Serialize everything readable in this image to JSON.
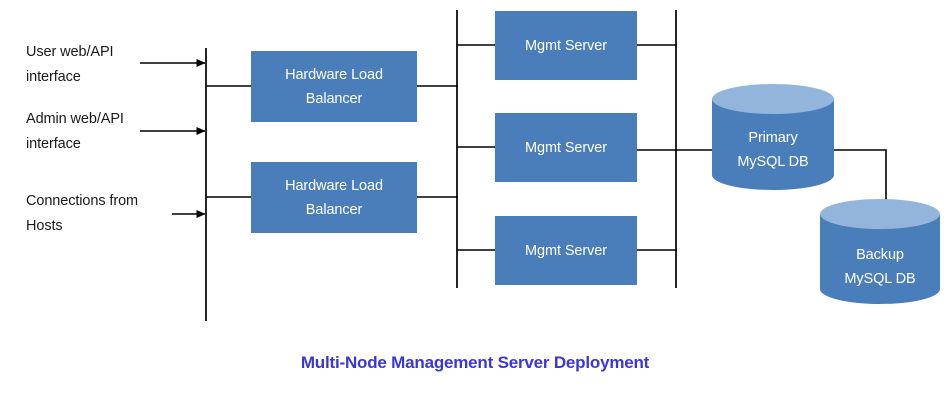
{
  "diagram": {
    "caption": "Multi-Node Management Server Deployment",
    "caption_color": "#3b36d4",
    "background": "#ffffff",
    "node_fill": "#4a7ebb",
    "node_text_color": "#ffffff",
    "cylinder_top_fill": "#93b5dc",
    "line_color": "#000000",
    "label_text_color": "#1a1a1a",
    "inputs": [
      {
        "label": "User web/API\ninterface",
        "arrow": "arrow-right"
      },
      {
        "label": "Admin web/API\ninterface",
        "arrow": "arrow-right"
      },
      {
        "label": "Connections from\nHosts",
        "arrow": "arrow-right"
      }
    ],
    "load_balancers": [
      {
        "label": "Hardware Load\nBalancer"
      },
      {
        "label": "Hardware Load\nBalancer"
      }
    ],
    "mgmt_servers": [
      {
        "label": "Mgmt Server"
      },
      {
        "label": "Mgmt Server"
      },
      {
        "label": "Mgmt Server"
      }
    ],
    "databases": [
      {
        "label": "Primary\nMySQL DB",
        "role": "primary"
      },
      {
        "label": "Backup\nMySQL DB",
        "role": "backup"
      }
    ]
  }
}
